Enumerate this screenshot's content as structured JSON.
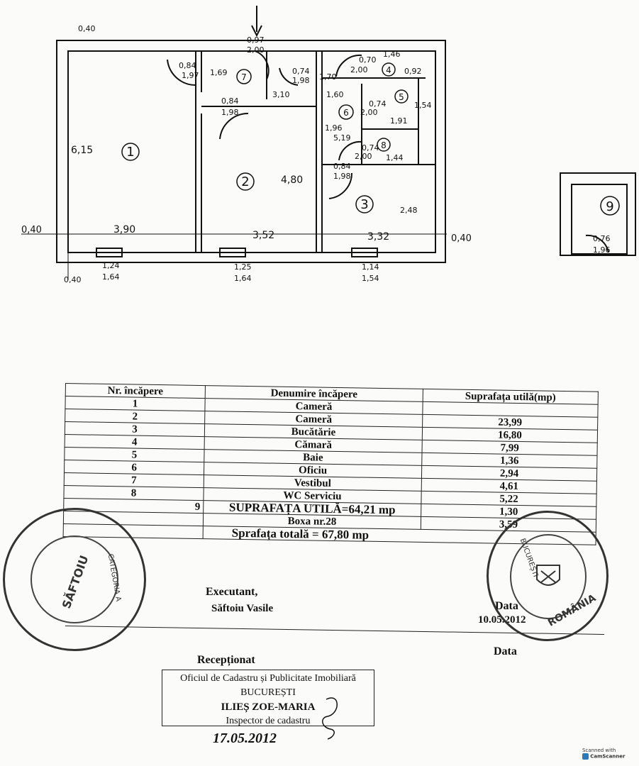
{
  "plan": {
    "room_numbers": [
      "1",
      "2",
      "3",
      "4",
      "5",
      "6",
      "7",
      "8",
      "9"
    ],
    "dims": {
      "top_left": "0,40",
      "door_top_a": "0,97",
      "door_top_b": "2,00",
      "r7_door_a": "0,84",
      "r7_door_b": "1,97",
      "r7_w": "1,69",
      "hall_door_a": "0,84",
      "hall_door_b": "1,98",
      "hall_len": "3,10",
      "d_074": "0,74",
      "d_198": "1,98",
      "d_170": "1,70",
      "d_160": "1,60",
      "r4_a": "0,70",
      "r4_b": "2,00",
      "r4_c": "1,46",
      "r4_d": "0,92",
      "r5_a": "0,74",
      "r5_b": "2,00",
      "r5_c": "1,54",
      "r5_d": "1,91",
      "r6_a": "1,96",
      "r6_b": "5,19",
      "r8_a": "0,74",
      "r8_b": "2,00",
      "r8_c": "1,44",
      "r3_door_a": "0,84",
      "r3_door_b": "1,98",
      "r1_h": "6,15",
      "r2_h": "4,80",
      "r3_h": "2,48",
      "left_wall": "0,40",
      "right_wall": "0,40",
      "w1": "3,90",
      "w2": "3,52",
      "w3": "3,32",
      "win1_a": "1,24",
      "win1_b": "1,64",
      "win2_a": "1,25",
      "win2_b": "1,64",
      "win3_a": "1,14",
      "win3_b": "1,54",
      "bottom_left": "0,40",
      "r9_a": "0,76",
      "r9_b": "1,96"
    }
  },
  "table": {
    "headers": [
      "Nr. încăpere",
      "Denumire încăpere",
      "Suprafața utilă(mp)"
    ],
    "rows": [
      {
        "nr": "1",
        "name": "Cameră",
        "area": ""
      },
      {
        "nr": "2",
        "name": "Cameră",
        "area": "23,99"
      },
      {
        "nr": "3",
        "name": "Bucătărie",
        "area": "16,80"
      },
      {
        "nr": "4",
        "name": "Cămară",
        "area": "7,99"
      },
      {
        "nr": "5",
        "name": "Baie",
        "area": "1,36"
      },
      {
        "nr": "6",
        "name": "Oficiu",
        "area": "2,94"
      },
      {
        "nr": "7",
        "name": "Vestibul",
        "area": "4,61"
      },
      {
        "nr": "8",
        "name": "WC Serviciu",
        "area": "5,22"
      }
    ],
    "row8_extra": "1,30",
    "util_label": "SUPRAFAȚA UTILĂ=64,21",
    "util_unit": "mp",
    "box_nr": "9",
    "box_label": "Boxa nr.28",
    "box_area": "3,59",
    "total_label": "Sprafața totală =",
    "total_value": "67,80 mp",
    "executant_label": "Executant,",
    "executant_name": "Săftoiu Vasile",
    "data_label": "Data",
    "data_value": "10.05.2012",
    "received_label": "Recepționat",
    "data_label2": "Data"
  },
  "receipt": {
    "line1": "Oficiul de Cadastru și Publicitate Imobiliară",
    "line2": "BUCUREȘTI",
    "line3": "ILIEȘ ZOE-MARIA",
    "line4": "Inspector de cadastru",
    "date": "17.05.2012"
  },
  "stamps": {
    "left_text": "SĂFTOIU",
    "left_cat": "CATEGORIA A",
    "right_text": "ROMÂNIA",
    "right_sub": "BUCUREȘTI"
  },
  "badge": {
    "line1": "Scanned with",
    "line2": "CamScanner"
  }
}
